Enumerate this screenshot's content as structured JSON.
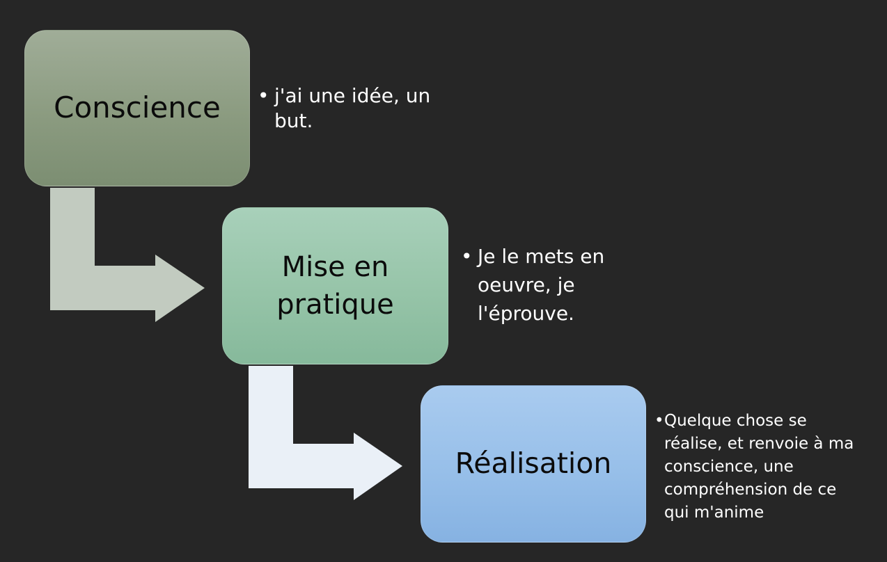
{
  "steps": [
    {
      "label": "Conscience",
      "bullet": "•",
      "description": "j'ai une idée, un but."
    },
    {
      "label": "Mise en pratique",
      "bullet": "•",
      "description": "Je le mets en oeuvre, je l'éprouve."
    },
    {
      "label": "Réalisation",
      "bullet": "•",
      "description": "Quelque chose se réalise, et renvoie à ma conscience, une compréhension de ce qui m'anime"
    }
  ],
  "colors": {
    "background": "#262626",
    "step1_fill": "#8b9b80",
    "step2_fill": "#96c4a8",
    "step3_fill": "#97bfe9",
    "arrow1_fill": "#c2cbc0",
    "arrow2_fill": "#eaf0f7",
    "label_text": "#0b0b0b",
    "description_text": "#ffffff"
  }
}
